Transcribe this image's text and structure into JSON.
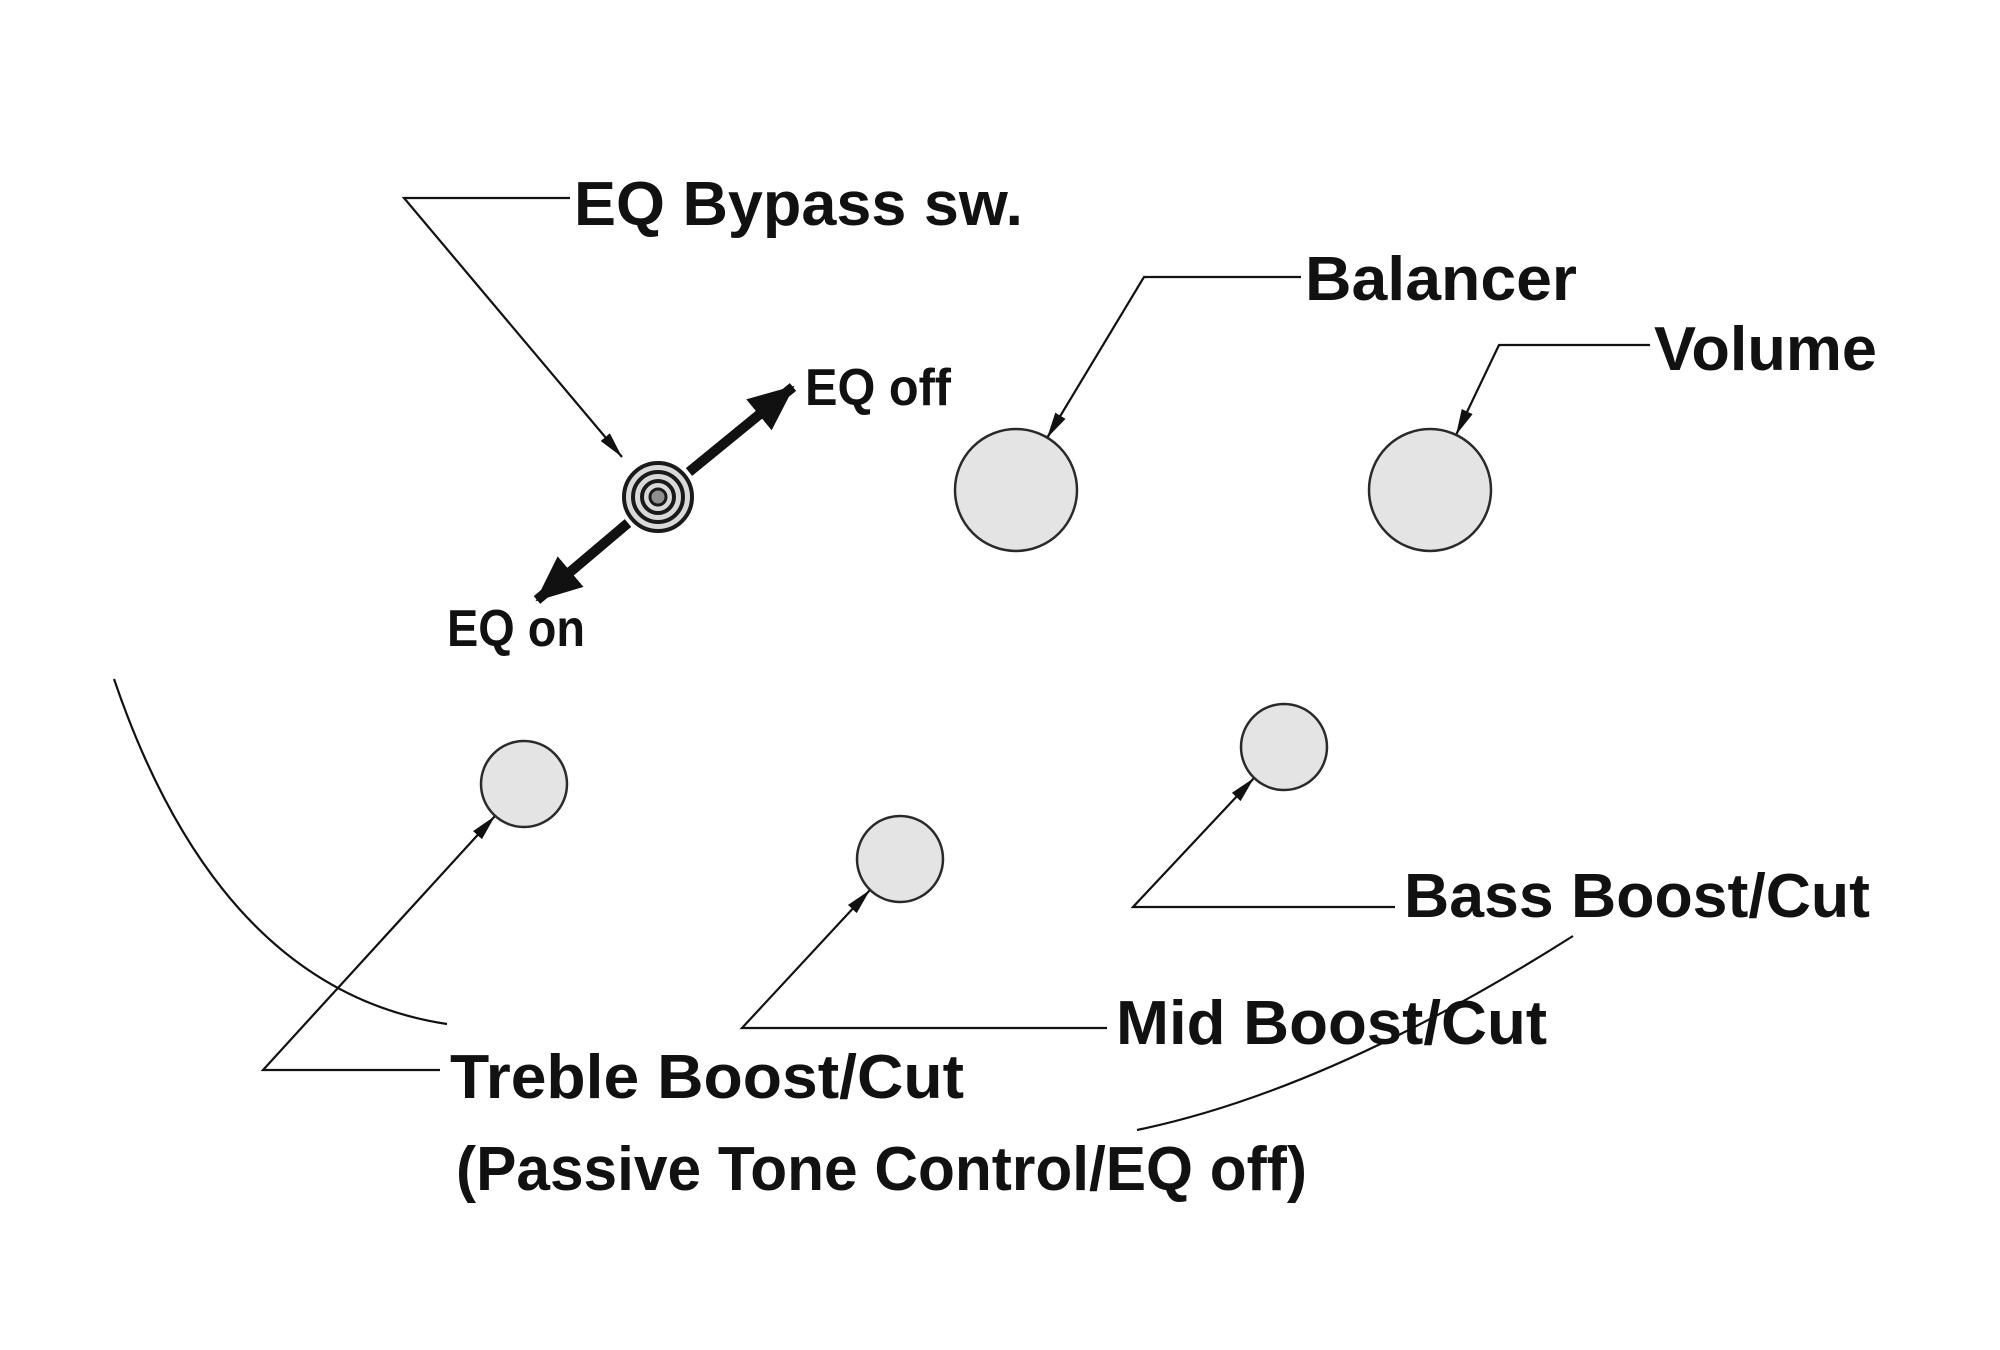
{
  "labels": {
    "eq_bypass_switch": "EQ Bypass sw.",
    "eq_off": "EQ off",
    "eq_on": "EQ on",
    "balancer": "Balancer",
    "volume": "Volume",
    "bass_boost_cut": "Bass Boost/Cut",
    "mid_boost_cut": "Mid Boost/Cut",
    "treble_boost_cut": "Treble Boost/Cut",
    "treble_note": "(Passive Tone Control/EQ off)"
  },
  "colors": {
    "background": "#ffffff",
    "line": "#111111",
    "text": "#111111",
    "knob_fill": "#e4e4e4",
    "knob_stroke": "#2a2a2a"
  },
  "knobs": [
    {
      "name": "eq-bypass-switch",
      "label_key": "eq_bypass_switch"
    },
    {
      "name": "balancer-knob",
      "label_key": "balancer"
    },
    {
      "name": "volume-knob",
      "label_key": "volume"
    },
    {
      "name": "treble-knob",
      "label_key": "treble_boost_cut"
    },
    {
      "name": "mid-knob",
      "label_key": "mid_boost_cut"
    },
    {
      "name": "bass-knob",
      "label_key": "bass_boost_cut"
    }
  ]
}
